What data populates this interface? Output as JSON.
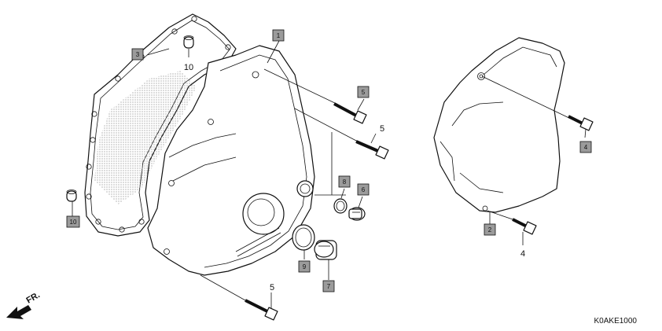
{
  "colors": {
    "callout_fill": "#9b9b9b",
    "line": "#111111",
    "background": "#ffffff"
  },
  "callouts": {
    "c1": "1",
    "c2": "2",
    "c3": "3",
    "c4": "4",
    "c5": "5",
    "c6": "6",
    "c7": "7",
    "c8": "8",
    "c9": "9",
    "c10": "10"
  },
  "plain_labels": {
    "p10": "10",
    "p5a": "5",
    "p5b": "5",
    "p4": "4"
  },
  "diagram_code": "K0AKE1000",
  "direction_label": "FR."
}
